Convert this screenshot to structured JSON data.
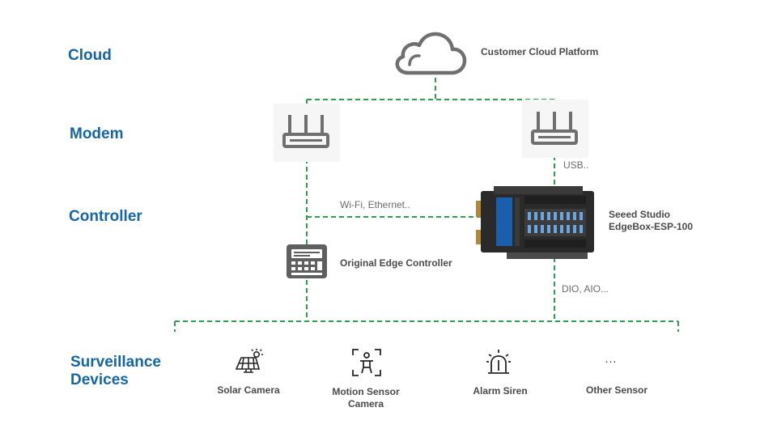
{
  "layers": {
    "cloud": "Cloud",
    "modem": "Modem",
    "controller": "Controller",
    "devices_line1": "Surveillance",
    "devices_line2": "Devices"
  },
  "nodes": {
    "cloud_platform": "Customer Cloud Platform",
    "edgebox_line1": "Seeed Studio",
    "edgebox_line2": "EdgeBox-ESP-100",
    "original_controller": "Original Edge Controller"
  },
  "edges": {
    "usb": "USB..",
    "wifi_ethernet": "Wi-Fi, Ethernet..",
    "dio_aio": "DIO, AIO..."
  },
  "devices": [
    {
      "label": "Solar Camera",
      "icon": "solar-camera-icon"
    },
    {
      "label_line1": "Motion Sensor",
      "label_line2": "Camera",
      "icon": "motion-sensor-camera-icon"
    },
    {
      "label": "Alarm Siren",
      "icon": "alarm-siren-icon"
    },
    {
      "label": "Other Sensor",
      "icon": "other-sensor-icon",
      "glyph": "..."
    }
  ],
  "colors": {
    "layer_text": "#1565a8",
    "connector": "#2e9e4f",
    "icon_gray": "#6f6f6f",
    "device_dark": "#262626"
  }
}
